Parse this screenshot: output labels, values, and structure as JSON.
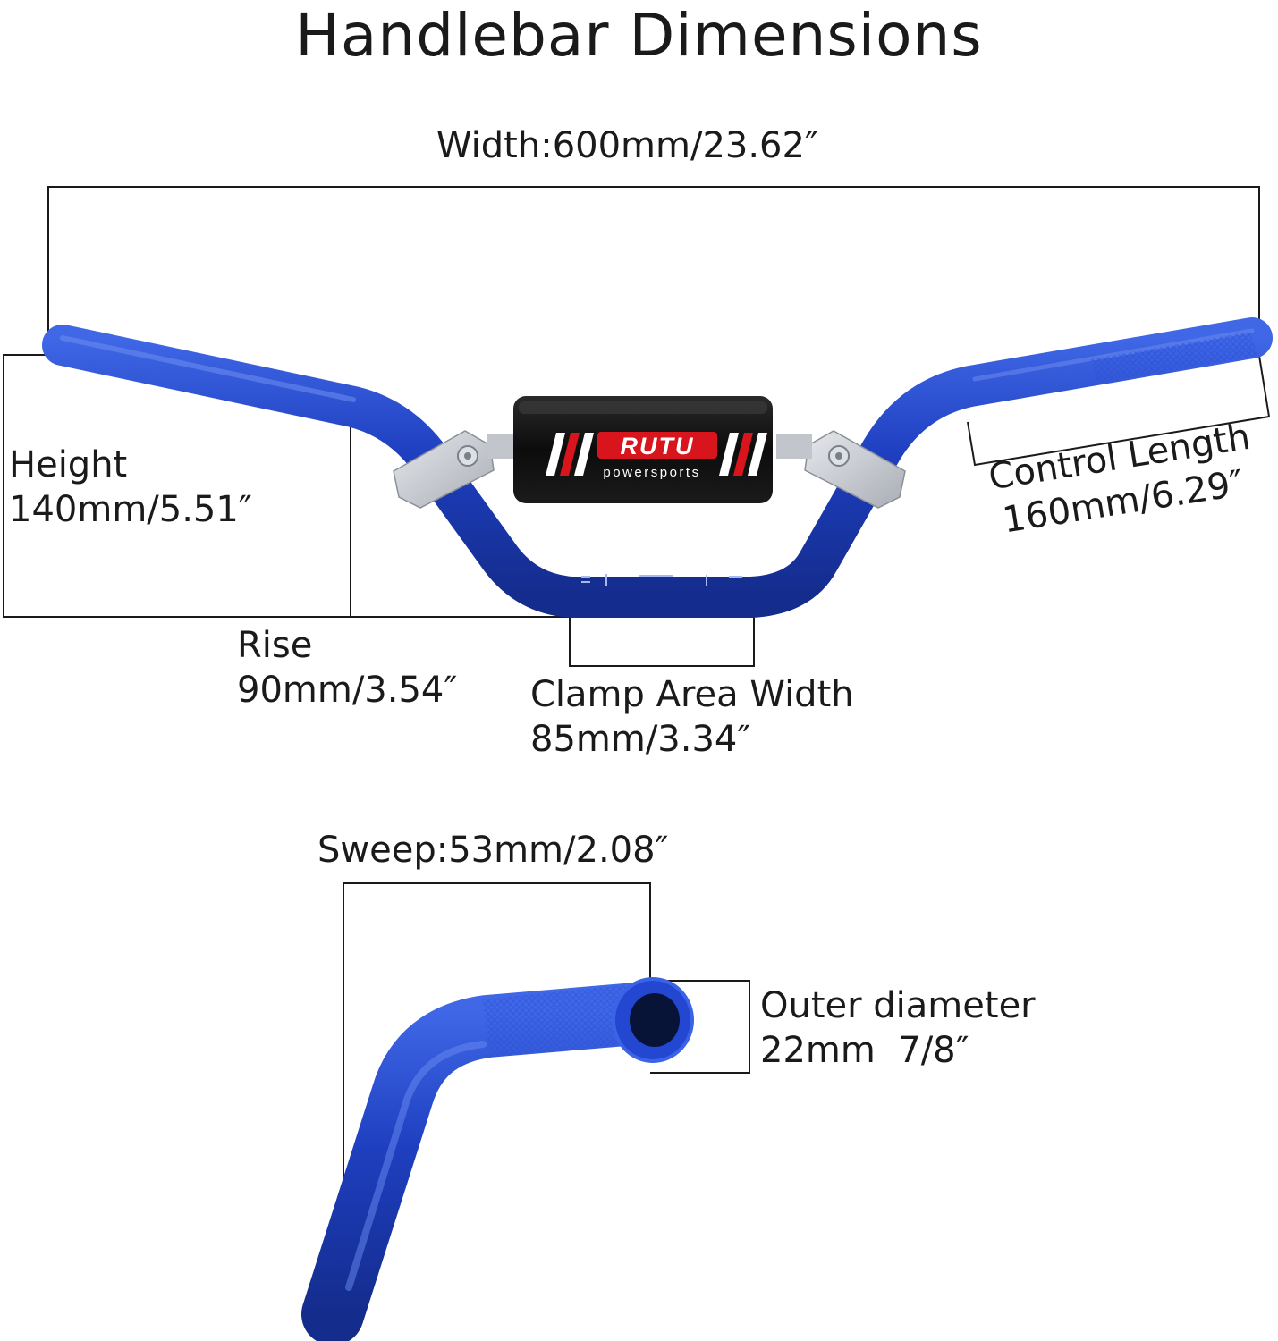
{
  "title": "Handlebar Dimensions",
  "brand": {
    "name": "RUTU",
    "tagline": "powersports"
  },
  "colors": {
    "bar": "#1e3fc0",
    "pad": "#111111",
    "accent": "#d8141c",
    "clamp": "#c9ccd2"
  },
  "dimensions": {
    "width": "Width:600mm/23.62″",
    "height_label": "Height",
    "height_value": "140mm/5.51″",
    "rise_label": "Rise",
    "rise_value": "90mm/3.54″",
    "control_label": "Control Length",
    "control_value": "160mm/6.29″",
    "clamp_label": "Clamp Area Width",
    "clamp_value": "85mm/3.34″",
    "sweep": "Sweep:53mm/2.08″",
    "outer_label": "Outer diameter",
    "outer_value": "22mm  7/8″"
  }
}
